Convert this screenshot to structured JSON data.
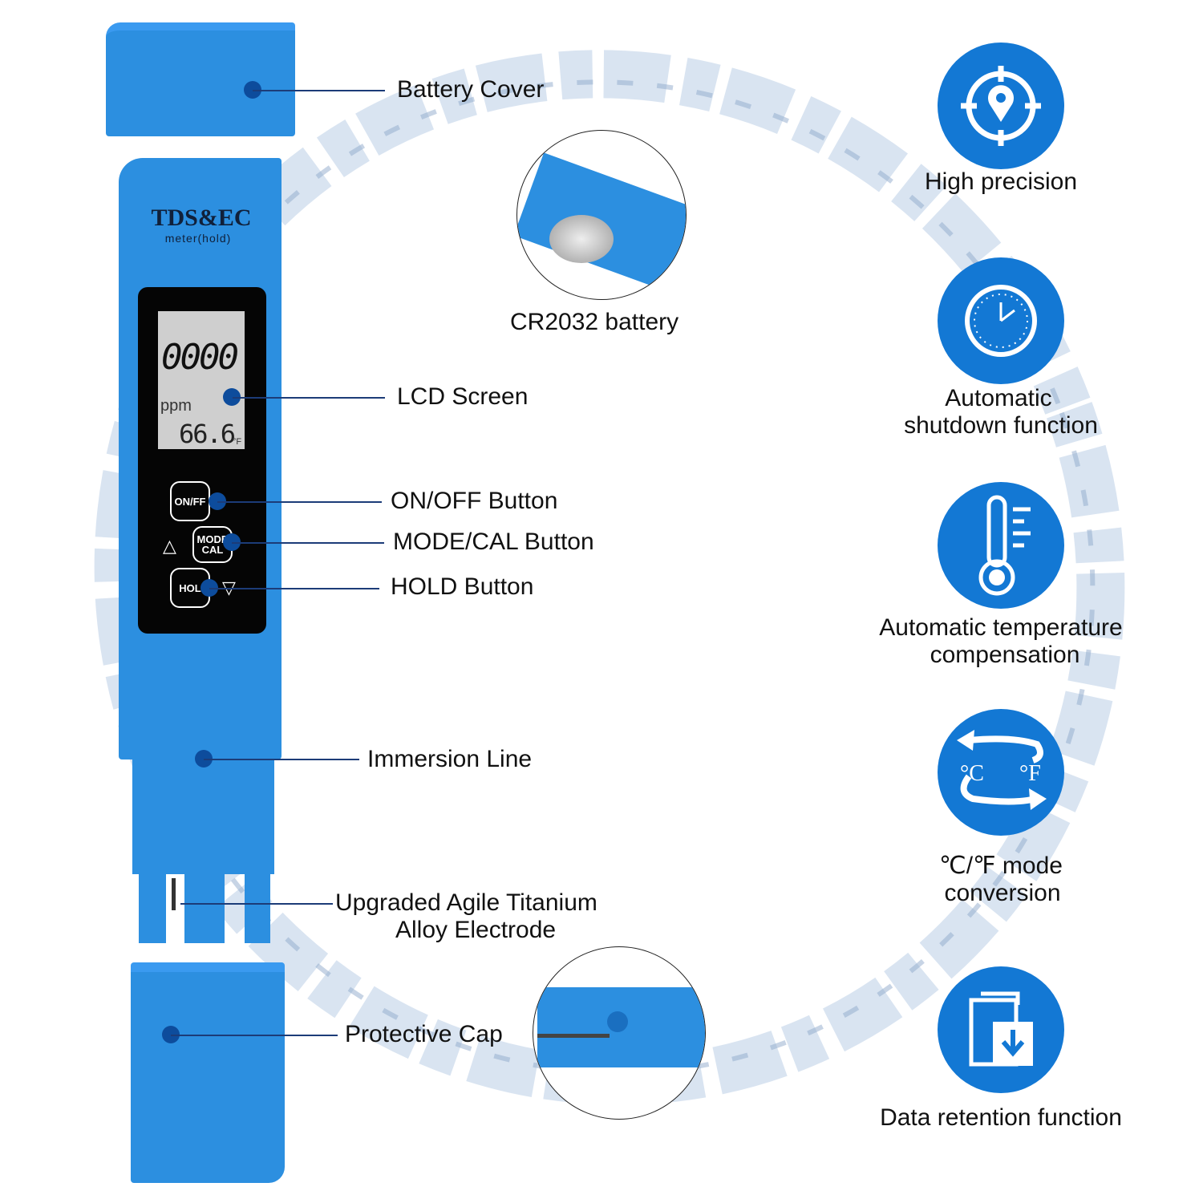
{
  "device": {
    "brand": "TDS&EC",
    "model": "meter(hold)",
    "lcd_main": "0000",
    "lcd_unit": "ppm",
    "lcd_temp": "66.6",
    "lcd_temp_unit": "°F",
    "btn_power": "ON/FF",
    "btn_mode": "MODE",
    "btn_cal": "CAL",
    "btn_hold": "HOL",
    "color": "#2c8fe0"
  },
  "callouts": {
    "battery_cover": "Battery Cover",
    "battery": "CR2032 battery",
    "lcd": "LCD Screen",
    "onoff": "ON/OFF Button",
    "mode": "MODE/CAL Button",
    "hold": "HOLD Button",
    "immersion": "Immersion Line",
    "electrode_1": "Upgraded Agile Titanium",
    "electrode_2": "Alloy Electrode",
    "cap": "Protective Cap"
  },
  "features": [
    {
      "icon": "crosshair-location-icon",
      "label_1": "High precision",
      "label_2": ""
    },
    {
      "icon": "clock-icon",
      "label_1": "Automatic",
      "label_2": "shutdown function"
    },
    {
      "icon": "thermometer-icon",
      "label_1": "Automatic temperature",
      "label_2": "compensation"
    },
    {
      "icon": "celsius-fahrenheit-swap-icon",
      "label_1": "℃/℉ mode",
      "label_2": "conversion",
      "icon_c": "°C",
      "icon_f": "°F"
    },
    {
      "icon": "document-download-icon",
      "label_1": "Data retention function",
      "label_2": ""
    }
  ],
  "icon_color": "#1378d4"
}
